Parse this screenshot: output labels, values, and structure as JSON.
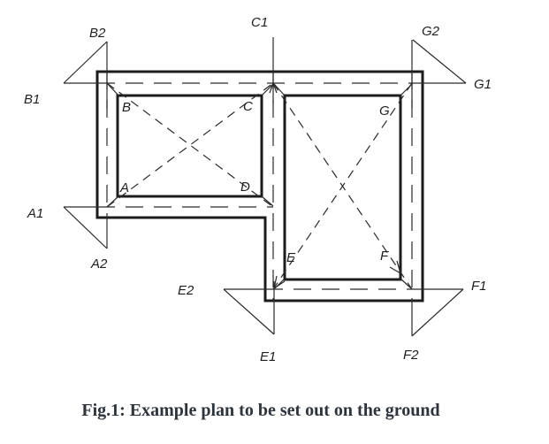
{
  "caption": "Fig.1: Example plan to be set out on the ground",
  "plan": {
    "corners": {
      "A": "A",
      "B": "B",
      "C": "C",
      "D": "D",
      "E": "E",
      "F": "F",
      "G": "G"
    },
    "stations": {
      "A1": "A1",
      "A2": "A2",
      "B1": "B1",
      "B2": "B2",
      "C1": "C1",
      "E1": "E1",
      "E2": "E2",
      "F1": "F1",
      "F2": "F2",
      "G1": "G1",
      "G2": "G2"
    }
  },
  "colors": {
    "line": "#1c1c1c",
    "caption_text": "#2c343e",
    "background": "#ffffff"
  }
}
